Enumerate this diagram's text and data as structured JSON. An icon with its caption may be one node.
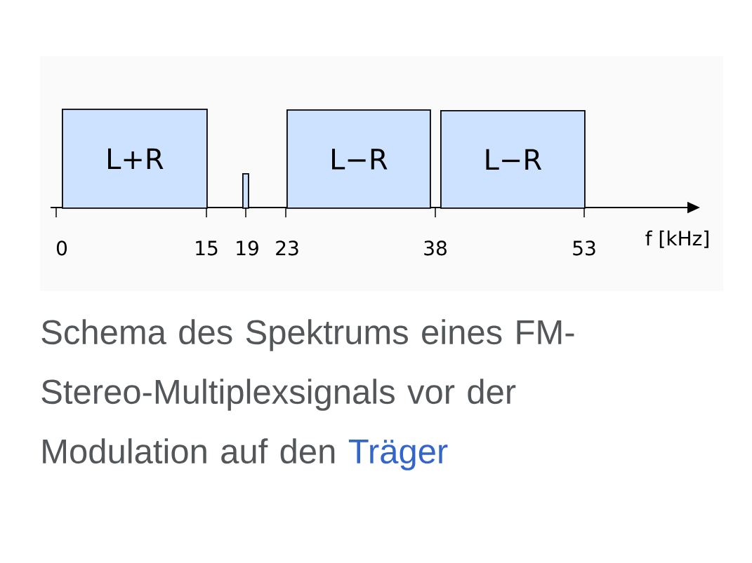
{
  "diagram": {
    "caption": "Schema des Spektrums eines FM-Stereo-Multiplexsignals vor der Modulation auf den",
    "nodes": [
      {
        "text": [
          "L+R"
        ]
      },
      {
        "text": [],
        "shape": "bar"
      },
      {
        "text": [
          "L−R"
        ]
      },
      {
        "text": [
          "L−R"
        ]
      }
    ],
    "labels": [
      "0",
      "15",
      "19",
      "23",
      "38",
      "53",
      "f [kHz]",
      "Träger"
    ]
  }
}
